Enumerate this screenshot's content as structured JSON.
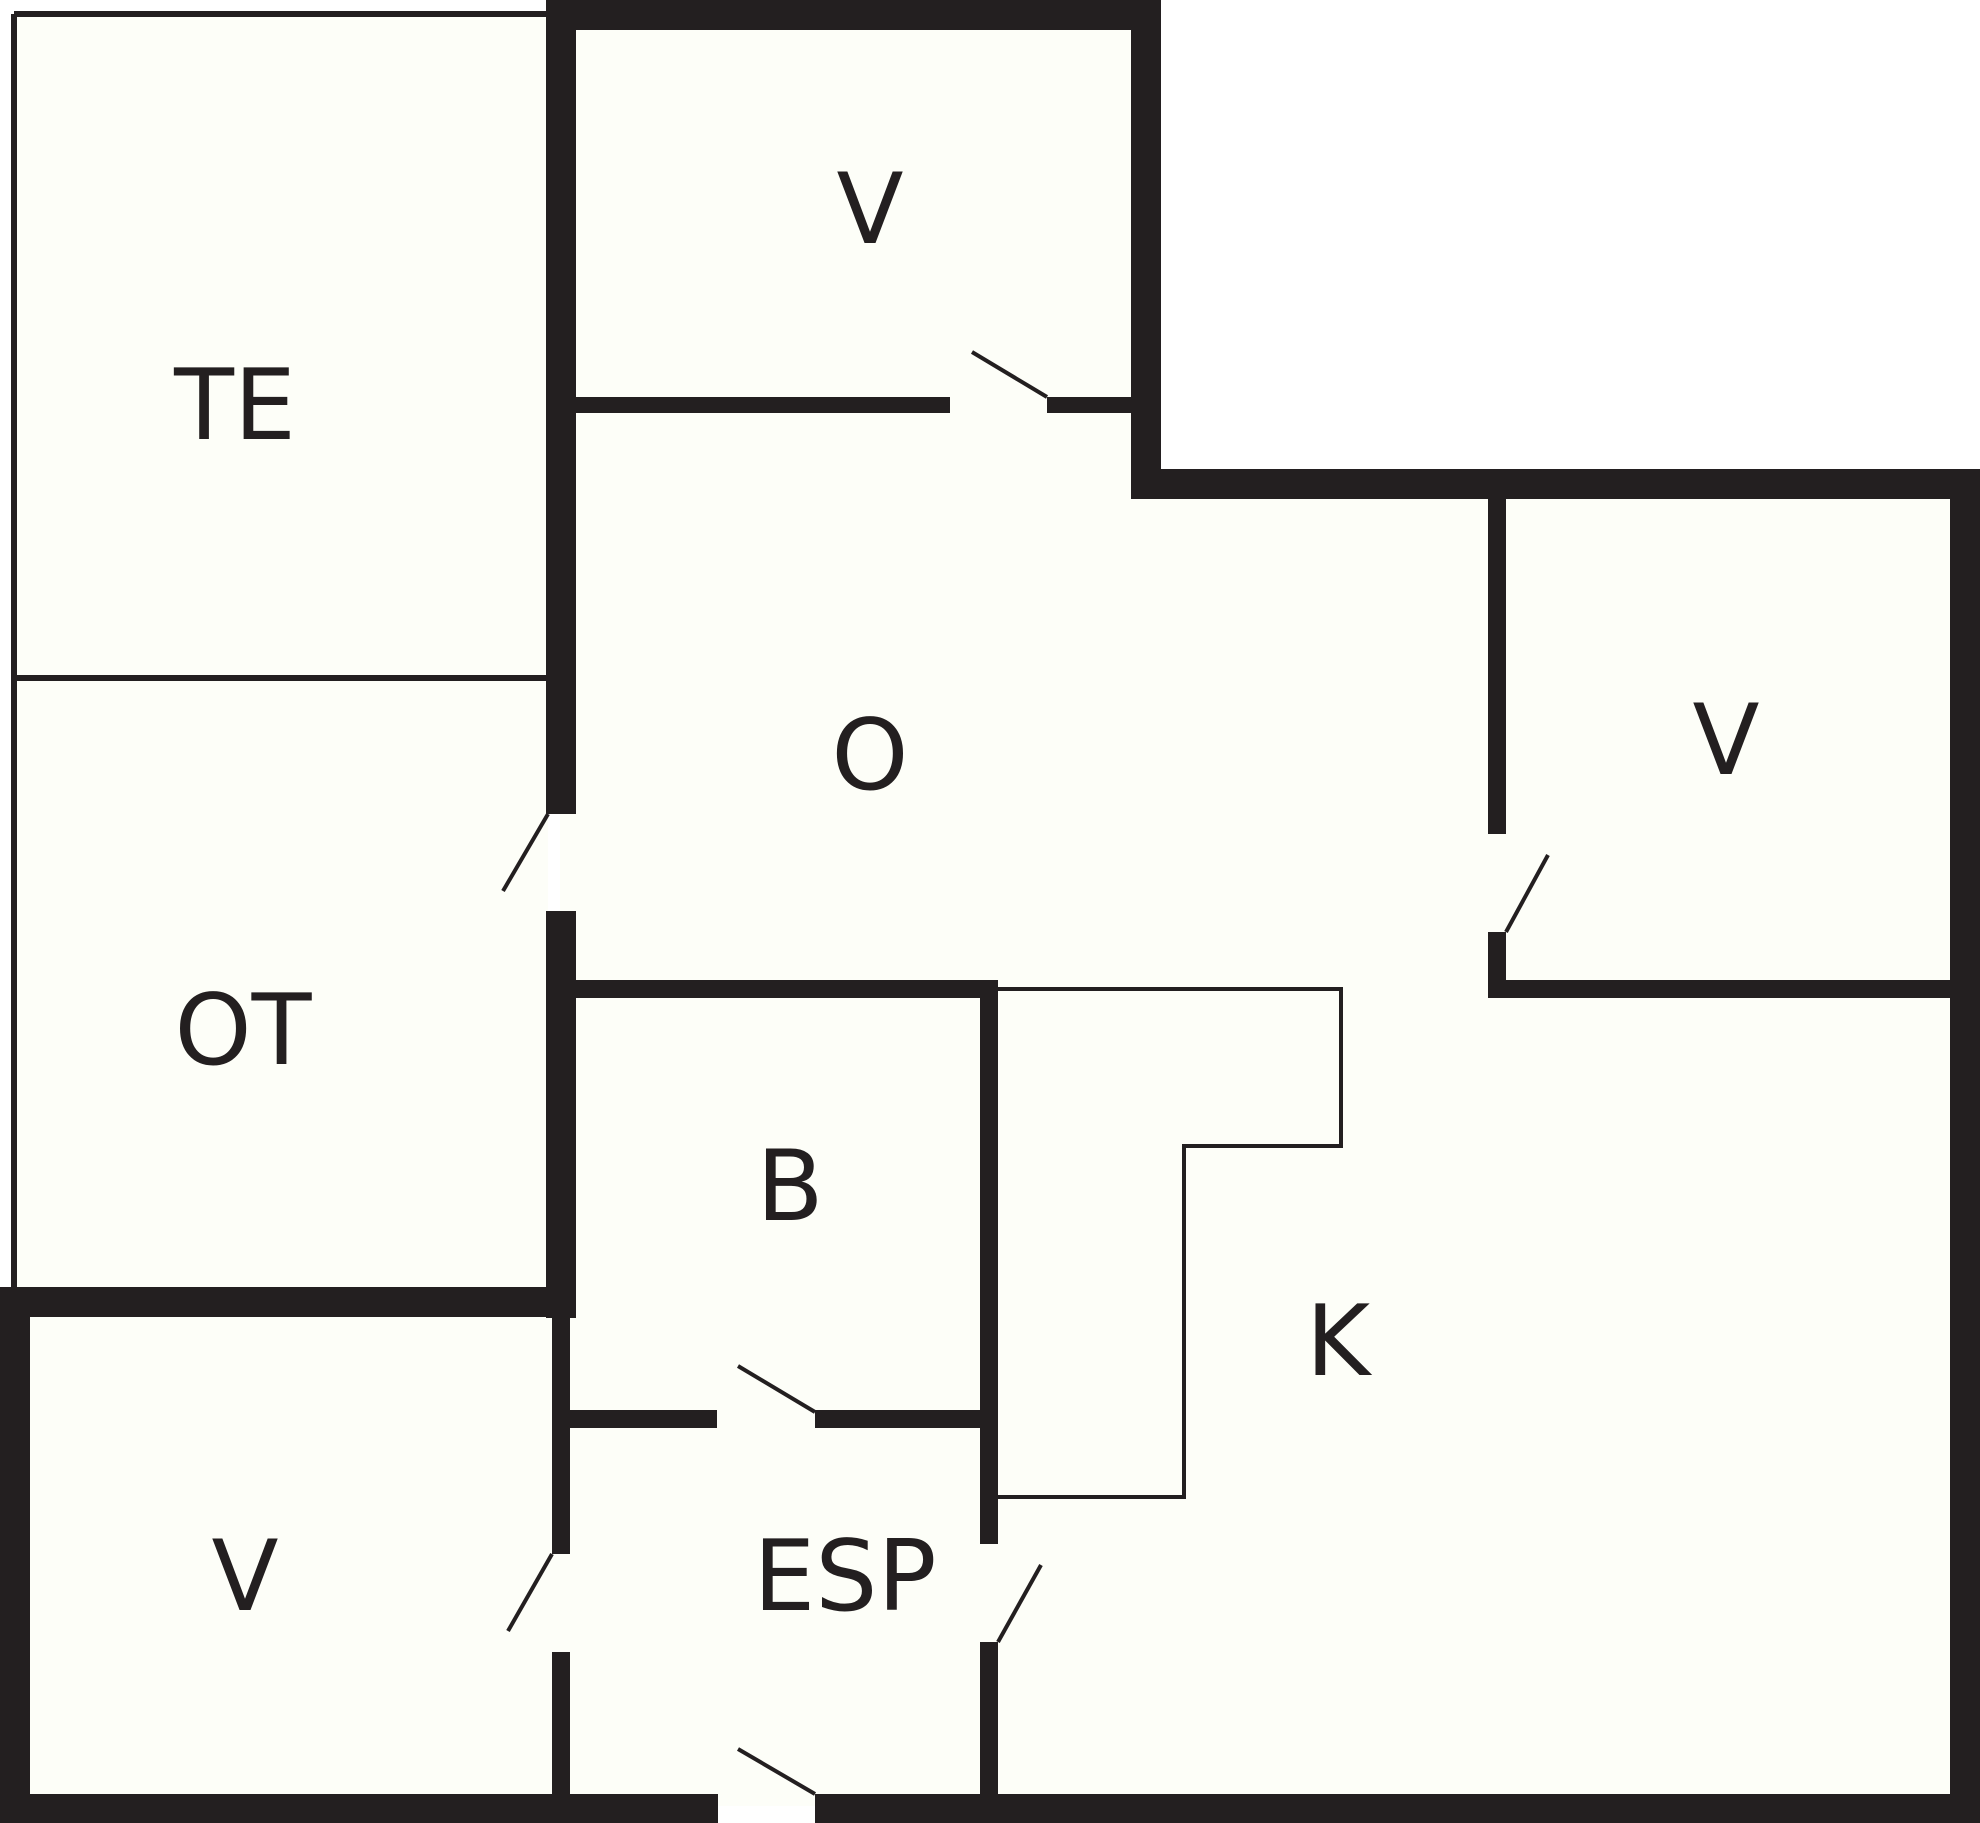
{
  "floorplan": {
    "rooms": [
      {
        "id": "te",
        "label": "TE"
      },
      {
        "id": "ot",
        "label": "OT"
      },
      {
        "id": "v-top",
        "label": "V"
      },
      {
        "id": "o",
        "label": "O"
      },
      {
        "id": "v-right",
        "label": "V"
      },
      {
        "id": "b",
        "label": "B"
      },
      {
        "id": "k",
        "label": "K"
      },
      {
        "id": "v-bottom",
        "label": "V"
      },
      {
        "id": "esp",
        "label": "ESP"
      }
    ]
  },
  "colors": {
    "wall": "#231f20",
    "floor": "#fdfef8",
    "door_gap": "#ffffff",
    "background": "#ffffff"
  }
}
